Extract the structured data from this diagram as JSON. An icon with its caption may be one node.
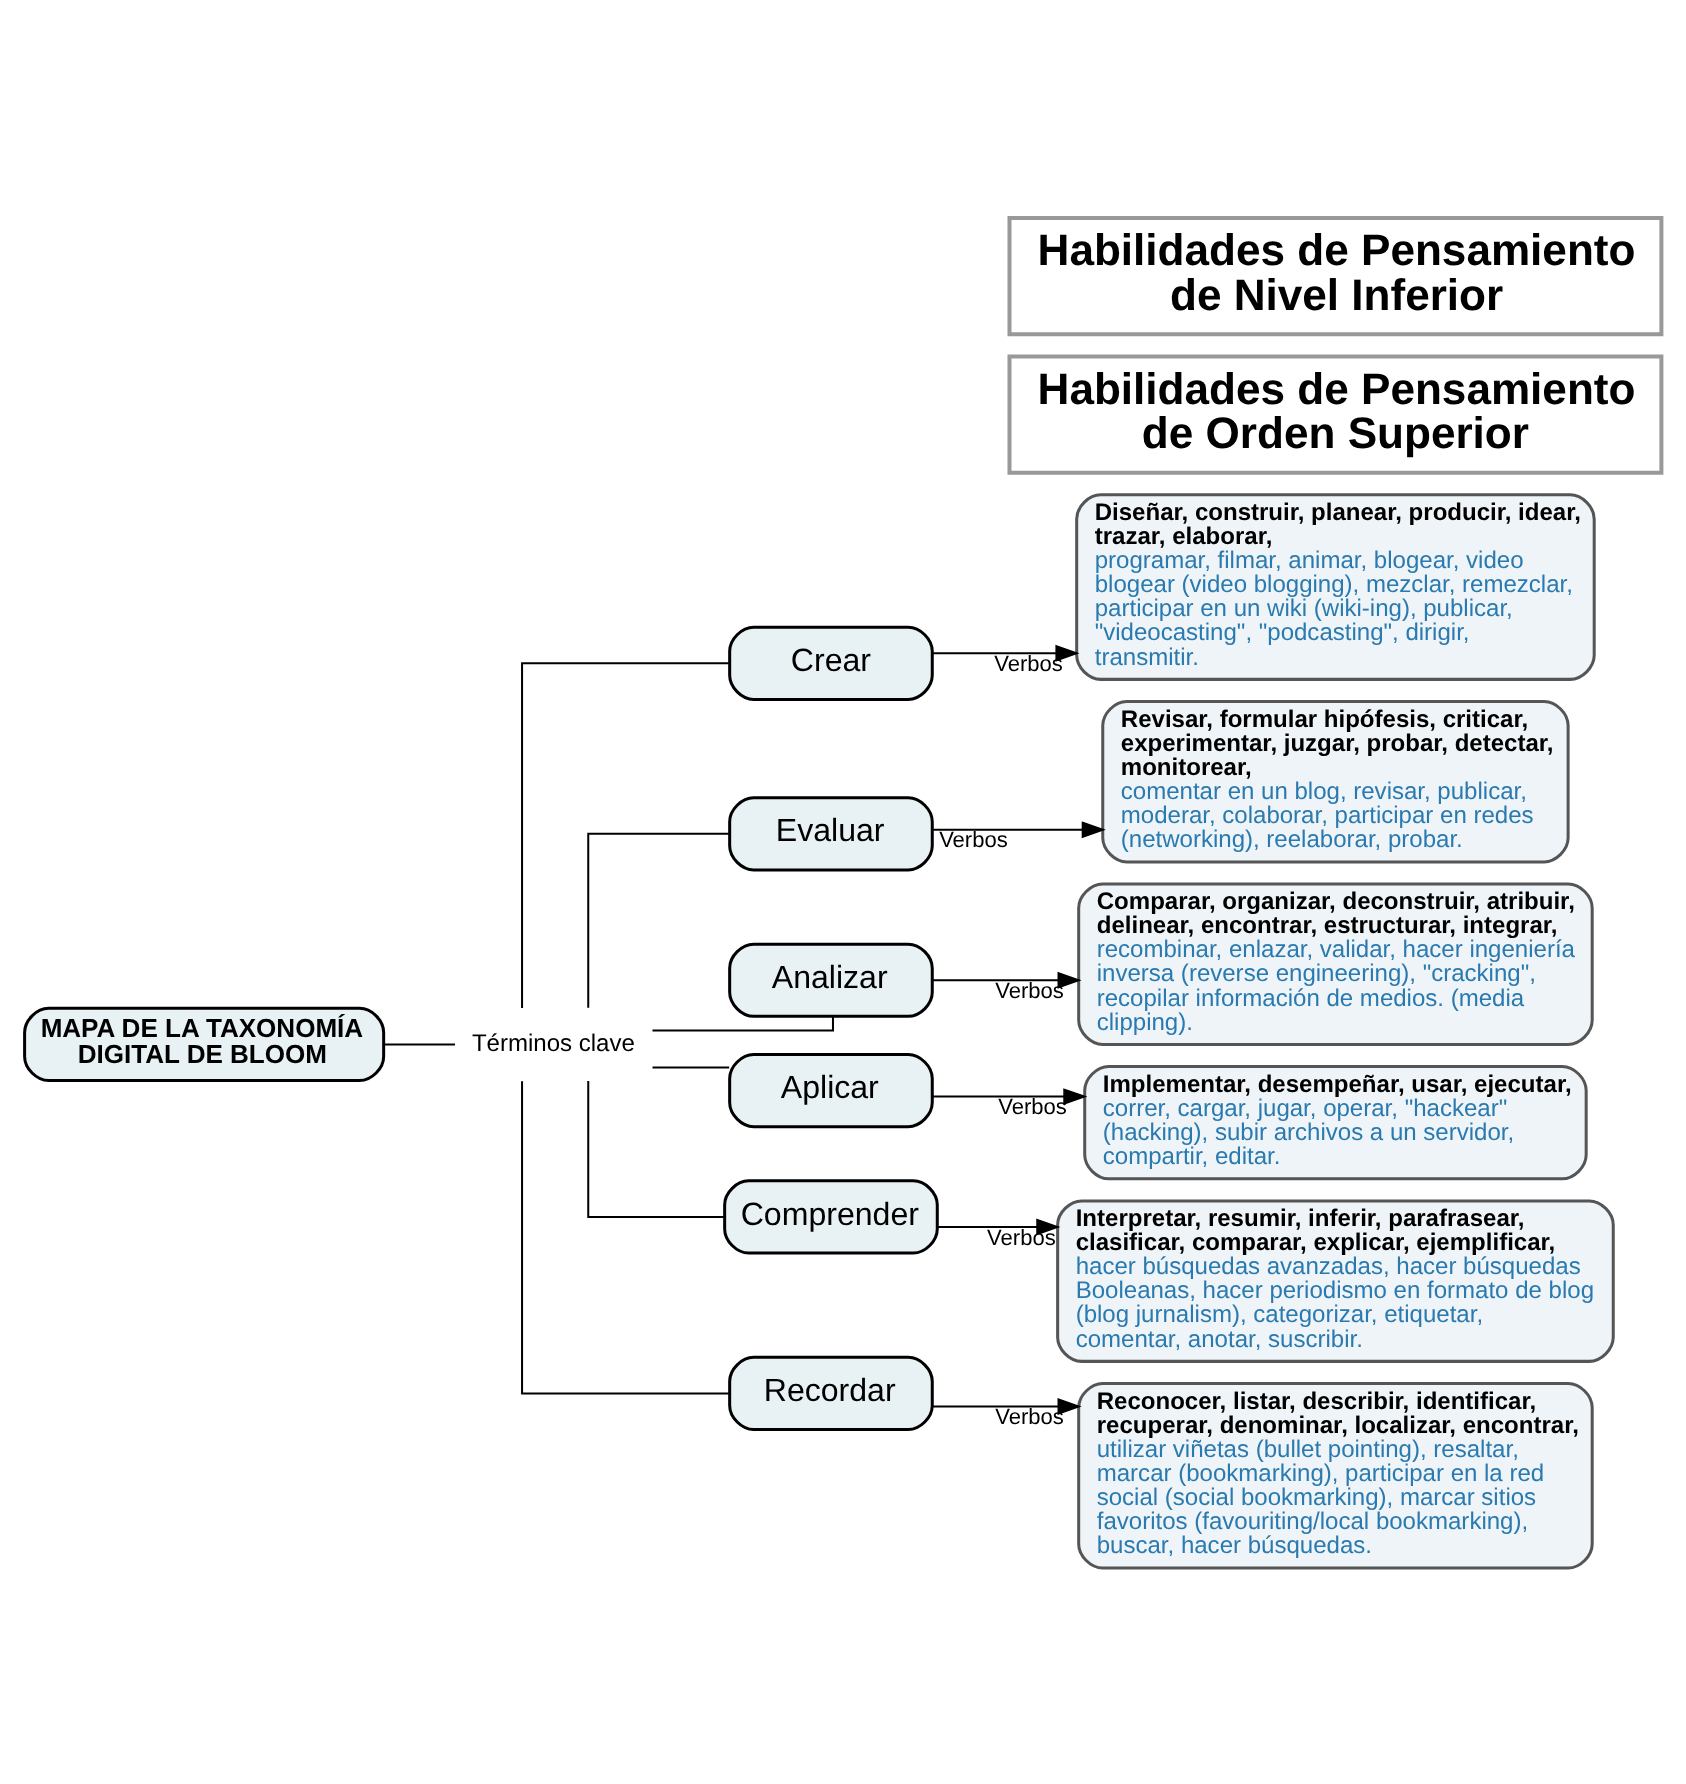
{
  "diagram": {
    "nodes": [
      {
        "text": [
          "MAPA DE LA TAXONOMÍA DIGITAL DE BLOOM"
        ]
      },
      {
        "text": [
          "Habilidades de Pensamiento de Orden Superior"
        ]
      },
      {
        "text": [
          "Términos clave"
        ]
      },
      {
        "text": [
          "Crear"
        ]
      },
      {
        "text": [
          "Evaluar"
        ]
      },
      {
        "text": [
          "Analizar"
        ]
      },
      {
        "text": [
          "Aplicar"
        ]
      },
      {
        "text": [
          "Comprender"
        ]
      },
      {
        "text": [
          "Recordar"
        ]
      },
      {
        "text": [
          "Diseñar, construir, planear, producir, idear, trazar, elaborar,",
          "programar, filmar, animar, blogear, video blogear (video blogging), mezclar, remezclar, participar en un wiki (wiki-ing), publicar, \"videocasting\", \"podcasting\", dirigir, transmitir."
        ]
      },
      {
        "text": [
          "Revisar, formular hipófesis, criticar, experimentar, juzgar, probar, detectar, monitorear,",
          "comentar en un blog, revisar, publicar, moderar, colaborar, participar en redes (networking), reelaborar, probar."
        ]
      },
      {
        "text": [
          "Comparar, organizar, deconstruir, atribuir, delinear, encontrar, estructurar, integrar,",
          "recombinar, enlazar, validar, hacer ingeniería inversa (reverse engineering), \"cracking\", recopilar información de medios. (media clipping)."
        ]
      },
      {
        "text": [
          "Implementar, desempeñar, usar, ejecutar,",
          "correr, cargar, jugar, operar, \"hackear\" (hacking), subir archivos a un servidor, compartir, editar."
        ]
      },
      {
        "text": [
          "Interpretar, resumir, inferir, parafrasear, clasificar, comparar, explicar, ejemplificar,",
          "hacer búsquedas avanzadas, hacer búsquedas Booleanas, hacer periodismo en formato de blog (blog jurnalism), categorizar, etiquetar, comentar, anotar, suscribir."
        ]
      },
      {
        "text": [
          "Reconocer, listar, describir, identificar, recuperar, denominar, localizar, encontrar,",
          "utilizar viñetas (bullet pointing), resaltar, marcar (bookmarking), participar en la red social (social bookmarking), marcar sitios favoritos (favouriting/local bookmarking), buscar, hacer búsquedas."
        ]
      },
      {
        "text": [
          "Habilidades de Pensamiento de Nivel Inferior"
        ]
      }
    ],
    "edges": [
      {
        "from": 0,
        "to": 2,
        "arrow": "none"
      },
      {
        "from": 2,
        "to": 3,
        "arrow": "none"
      },
      {
        "from": 2,
        "to": 4,
        "arrow": "none"
      },
      {
        "from": 2,
        "to": 5,
        "arrow": "none"
      },
      {
        "from": 2,
        "to": 6,
        "arrow": "none"
      },
      {
        "from": 2,
        "to": 7,
        "arrow": "none"
      },
      {
        "from": 2,
        "to": 8,
        "arrow": "none"
      },
      {
        "from": 3,
        "to": 9,
        "arrow": "to",
        "label": "Verbos"
      },
      {
        "from": 4,
        "to": 10,
        "arrow": "to",
        "label": "Verbos"
      },
      {
        "from": 5,
        "to": 11,
        "arrow": "to",
        "label": "Verbos"
      },
      {
        "from": 6,
        "to": 12,
        "arrow": "to",
        "label": "Verbos"
      },
      {
        "from": 7,
        "to": 13,
        "arrow": "to",
        "label": "Verbos"
      },
      {
        "from": 8,
        "to": 14,
        "arrow": "to",
        "label": "Verbos"
      }
    ]
  }
}
